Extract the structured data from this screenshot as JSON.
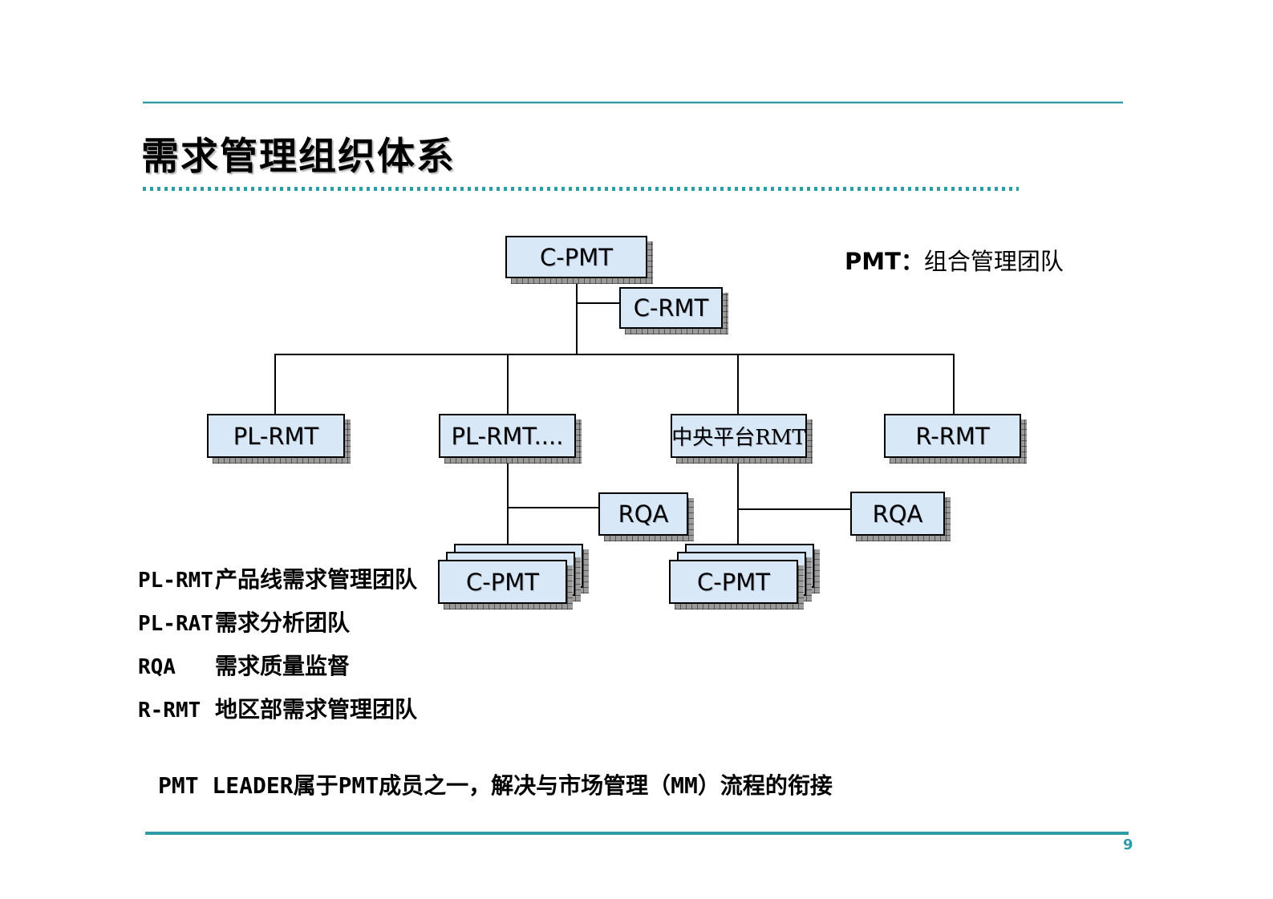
{
  "slide": {
    "title": "需求管理组织体系",
    "note": "PMT LEADER属于PMT成员之一，解决与市场管理（MM）流程的衔接",
    "page_number": "9"
  },
  "pmt_definition": {
    "term": "PMT：",
    "definition": "组合管理团队"
  },
  "org_chart": {
    "nodes": {
      "c_pmt_top": "C-PMT",
      "c_rmt": "C-RMT",
      "pl_rmt": "PL-RMT",
      "pl_rmt_more": "PL-RMT....",
      "central_platform_rmt": "中央平台RMT",
      "r_rmt": "R-RMT",
      "rqa_left": "RQA",
      "rqa_right": "RQA",
      "c_pmt_stack_left": "C-PMT",
      "c_pmt_stack_right": "C-PMT"
    },
    "stack_layer_count": 3,
    "edges": [
      [
        "C-PMT",
        "C-RMT"
      ],
      [
        "C-PMT",
        "PL-RMT"
      ],
      [
        "C-PMT",
        "PL-RMT...."
      ],
      [
        "C-PMT",
        "中央平台RMT"
      ],
      [
        "C-PMT",
        "R-RMT"
      ],
      [
        "PL-RMT....",
        "RQA"
      ],
      [
        "PL-RMT....",
        "C-PMT (stack)"
      ],
      [
        "中央平台RMT",
        "RQA"
      ],
      [
        "中央平台RMT",
        "C-PMT (stack)"
      ]
    ]
  },
  "legend": {
    "items": [
      {
        "term": "PL-RMT",
        "definition": "产品线需求管理团队"
      },
      {
        "term": "PL-RAT",
        "definition": "需求分析团队"
      },
      {
        "term": "RQA",
        "definition": "需求质量监督"
      },
      {
        "term": "R-RMT",
        "definition": "地区部需求管理团队"
      }
    ]
  },
  "colors": {
    "accent_teal": "#2E9CA6",
    "node_fill": "#D9E8F6",
    "node_border": "#000000",
    "shadow_gray": "#9B9B9B"
  }
}
